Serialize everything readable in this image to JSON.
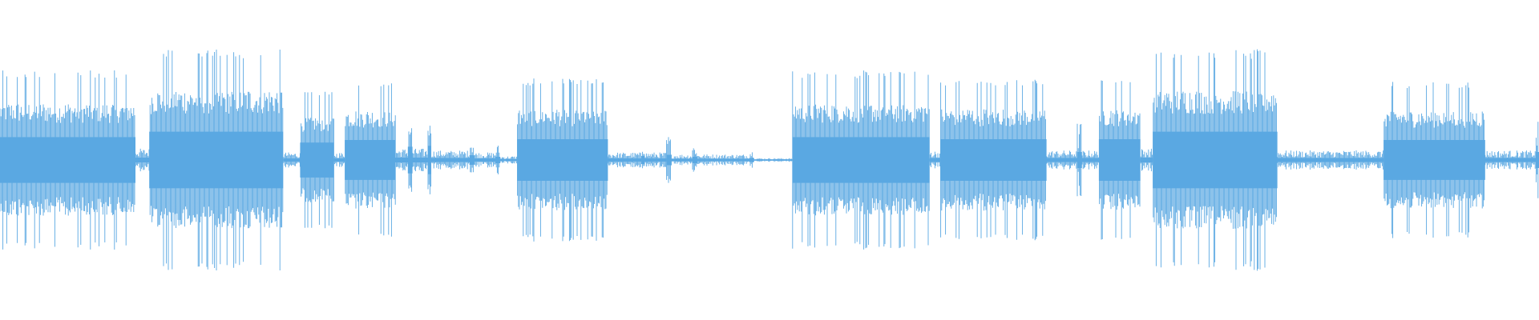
{
  "waveform": {
    "color": "#5aa8e2",
    "background": "#ffffff",
    "segments": [
      {
        "start": 0.0,
        "end": 0.088,
        "peak": 0.55
      },
      {
        "start": 0.088,
        "end": 0.097,
        "peak": 0.06
      },
      {
        "start": 0.097,
        "end": 0.184,
        "peak": 0.68
      },
      {
        "start": 0.184,
        "end": 0.195,
        "peak": 0.04
      },
      {
        "start": 0.195,
        "end": 0.217,
        "peak": 0.42
      },
      {
        "start": 0.217,
        "end": 0.224,
        "peak": 0.04
      },
      {
        "start": 0.224,
        "end": 0.257,
        "peak": 0.48
      },
      {
        "start": 0.257,
        "end": 0.265,
        "peak": 0.06
      },
      {
        "start": 0.265,
        "end": 0.268,
        "peak": 0.32
      },
      {
        "start": 0.268,
        "end": 0.278,
        "peak": 0.06
      },
      {
        "start": 0.278,
        "end": 0.28,
        "peak": 0.34
      },
      {
        "start": 0.28,
        "end": 0.305,
        "peak": 0.05
      },
      {
        "start": 0.305,
        "end": 0.308,
        "peak": 0.12
      },
      {
        "start": 0.308,
        "end": 0.322,
        "peak": 0.04
      },
      {
        "start": 0.322,
        "end": 0.325,
        "peak": 0.08
      },
      {
        "start": 0.325,
        "end": 0.336,
        "peak": 0.02
      },
      {
        "start": 0.336,
        "end": 0.395,
        "peak": 0.5
      },
      {
        "start": 0.395,
        "end": 0.417,
        "peak": 0.04
      },
      {
        "start": 0.417,
        "end": 0.419,
        "peak": 0.1
      },
      {
        "start": 0.419,
        "end": 0.433,
        "peak": 0.04
      },
      {
        "start": 0.433,
        "end": 0.436,
        "peak": 0.13
      },
      {
        "start": 0.436,
        "end": 0.45,
        "peak": 0.03
      },
      {
        "start": 0.45,
        "end": 0.453,
        "peak": 0.08
      },
      {
        "start": 0.453,
        "end": 0.487,
        "peak": 0.03
      },
      {
        "start": 0.487,
        "end": 0.49,
        "peak": 0.05
      },
      {
        "start": 0.49,
        "end": 0.515,
        "peak": 0.01
      },
      {
        "start": 0.515,
        "end": 0.604,
        "peak": 0.55
      },
      {
        "start": 0.604,
        "end": 0.611,
        "peak": 0.05
      },
      {
        "start": 0.611,
        "end": 0.68,
        "peak": 0.5
      },
      {
        "start": 0.68,
        "end": 0.7,
        "peak": 0.05
      },
      {
        "start": 0.7,
        "end": 0.703,
        "peak": 0.2
      },
      {
        "start": 0.703,
        "end": 0.714,
        "peak": 0.05
      },
      {
        "start": 0.714,
        "end": 0.741,
        "peak": 0.5
      },
      {
        "start": 0.741,
        "end": 0.749,
        "peak": 0.06
      },
      {
        "start": 0.749,
        "end": 0.83,
        "peak": 0.68
      },
      {
        "start": 0.83,
        "end": 0.899,
        "peak": 0.05
      },
      {
        "start": 0.899,
        "end": 0.965,
        "peak": 0.48
      },
      {
        "start": 0.965,
        "end": 0.998,
        "peak": 0.05
      },
      {
        "start": 0.998,
        "end": 1.0,
        "peak": 0.2
      }
    ]
  }
}
